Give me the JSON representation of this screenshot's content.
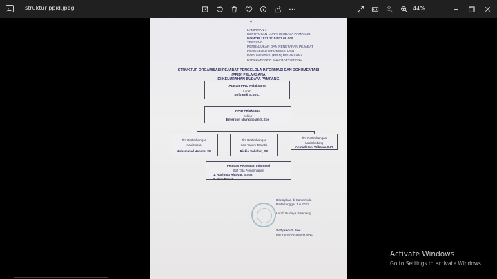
{
  "window": {
    "file_name": "struktur ppid.jpeg",
    "zoom": "44%"
  },
  "toolbar": [
    "edit-icon",
    "rotate-icon",
    "delete-icon",
    "favorite-icon",
    "info-icon",
    "share-icon",
    "more-icon"
  ],
  "document": {
    "page_no": "4",
    "header_lines": [
      "LAMPIRAN  1",
      "KEPUTUSAN LURAH BUDAYA PAMPANG",
      "NOMOR : 821.2/15/403.08.009",
      "TENTANG",
      "PENUNJUKAN DAN PENETAPAN PEJABAT",
      "PENGELOLA INFORMASI DAN",
      "DOKUMENTASI (PPID) PELAKSANA",
      "DI KELURAHAN BUDAYA PAMPANG"
    ],
    "title_lines": [
      "STRUKTUR ORGANISASI PEJABAT PENGELOLA INFORMASI DAN DOKUMENTASI",
      "(PPID) PELAKSANA",
      "DI KELURAHAN BUDAYA PAMPANG"
    ],
    "atasan": {
      "role": "Atasan PPID Pelaksana",
      "position": "Lurah",
      "name": "Sofyandi S.Sos.,"
    },
    "ppid": {
      "role": "PPID Pelaksana",
      "position": "Sekiur",
      "name": "Emerson Nainggolan S.Sos"
    },
    "tim": [
      {
        "role": "Tim Pertimbangan",
        "position": "Kasi Koora",
        "name": "Muhammad Hendra, SE"
      },
      {
        "role": "Tim Pertimbangan",
        "position": "Kasi Tapem Tarantib",
        "name": "Riskia Sollohin, SE"
      },
      {
        "role": "Tim Pertimbangan",
        "position": "Kasi Ekobang",
        "name": "Ahmad Hani Wibowo,S.Pt"
      }
    ],
    "petugas": {
      "role": "Petugas Pelayanan Informasi",
      "position": "Staf Tata Pemerintahan",
      "members": [
        "1.   Rachmat Hidayat, S.Sos",
        "2.   Susi Fonah"
      ]
    },
    "signature": {
      "place_line": "Ditetapkan di Samarinda",
      "date_line": "Pada tanggal     Juli 2022",
      "role": "Lurah Budaya Pampang",
      "name": "Sofyandi S.Sos.,",
      "nip": "NIP. 19670306198903100004"
    }
  },
  "watermark": {
    "title": "Activate Windows",
    "subtitle": "Go to Settings to activate Windows."
  }
}
